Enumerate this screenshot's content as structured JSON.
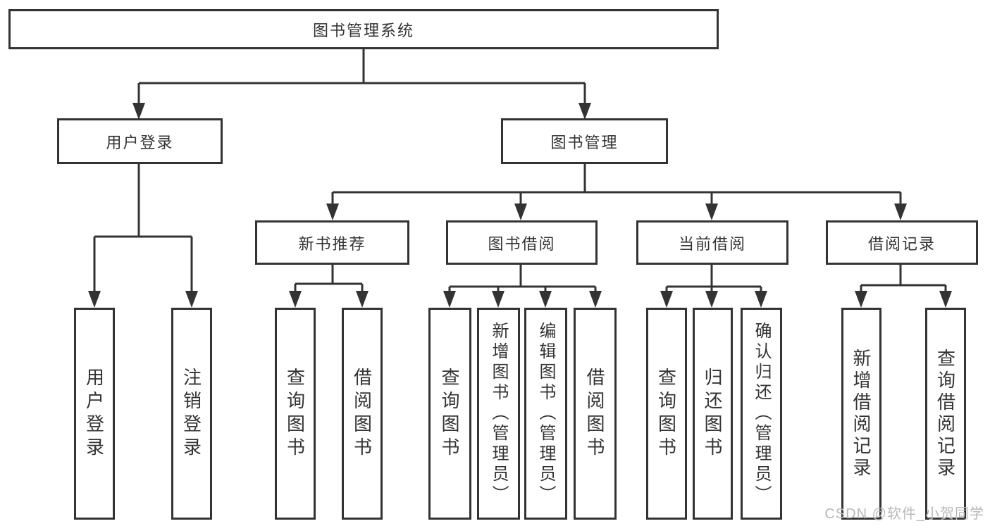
{
  "tree": {
    "root": "图书管理系统",
    "branches": [
      {
        "label": "用户登录",
        "children": [
          {
            "label": "用户登录"
          },
          {
            "label": "注销登录"
          }
        ]
      },
      {
        "label": "图书管理",
        "children": [
          {
            "label": "新书推荐",
            "children": [
              {
                "label": "查询图书"
              },
              {
                "label": "借阅图书"
              }
            ]
          },
          {
            "label": "图书借阅",
            "children": [
              {
                "label": "查询图书"
              },
              {
                "label": "新增图书（管理员）"
              },
              {
                "label": "编辑图书（管理员）"
              },
              {
                "label": "借阅图书"
              }
            ]
          },
          {
            "label": "当前借阅",
            "children": [
              {
                "label": "查询图书"
              },
              {
                "label": "归还图书"
              },
              {
                "label": "确认归还（管理员）"
              }
            ]
          },
          {
            "label": "借阅记录",
            "children": [
              {
                "label": "新增借阅记录"
              },
              {
                "label": "查询借阅记录"
              }
            ]
          }
        ]
      }
    ]
  },
  "watermark": "CSDN @软件_小贺同学",
  "colors": {
    "line": "#333333",
    "text": "#333333",
    "box_background": "#ffffff",
    "watermark": "#b9b9b9",
    "page_background": "#ffffff"
  }
}
